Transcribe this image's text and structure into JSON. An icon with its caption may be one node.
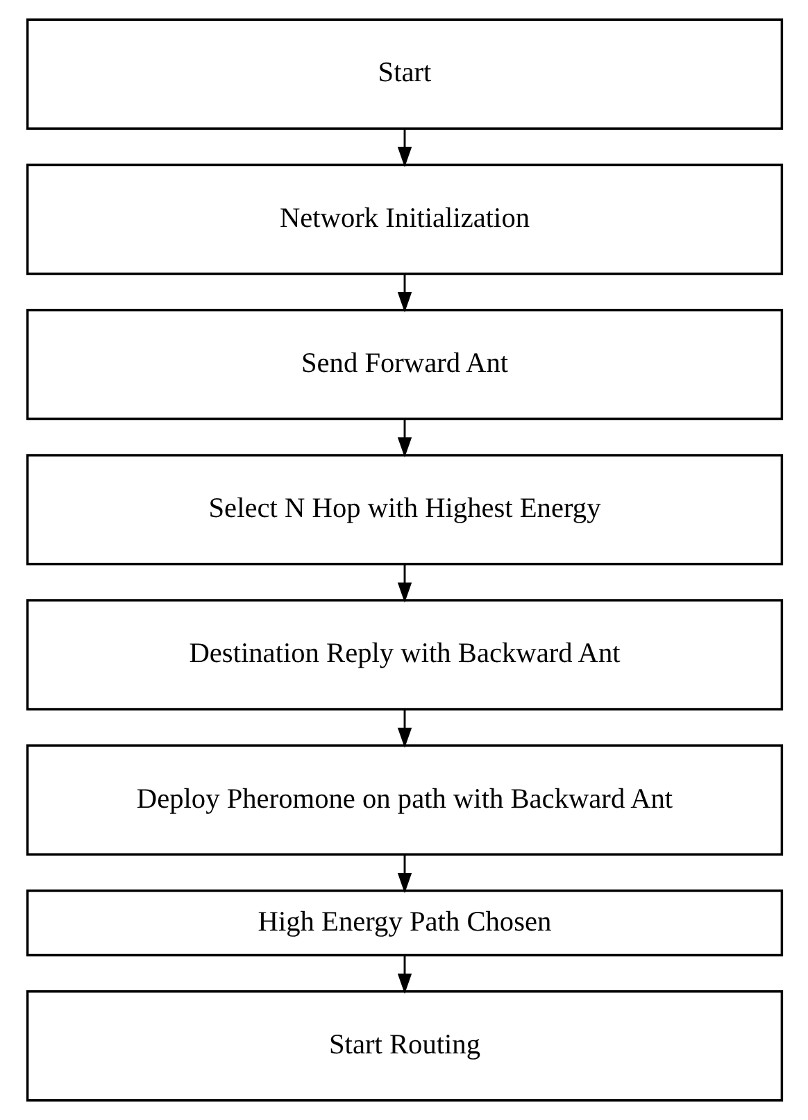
{
  "diagram": {
    "nodes": [
      {
        "text": [
          "Start"
        ]
      },
      {
        "text": [
          "Network Initialization"
        ]
      },
      {
        "text": [
          "Send Forward Ant"
        ]
      },
      {
        "text": [
          "Select N Hop with Highest Energy"
        ]
      },
      {
        "text": [
          "Destination Reply with Backward Ant"
        ]
      },
      {
        "text": [
          "Deploy Pheromone on path with Backward Ant"
        ]
      },
      {
        "text": [
          "High Energy Path Chosen"
        ]
      },
      {
        "text": [
          "Start Routing"
        ]
      }
    ],
    "edges": [
      {
        "from": 0,
        "to": 1,
        "arrow": "to"
      },
      {
        "from": 1,
        "to": 2,
        "arrow": "to"
      },
      {
        "from": 2,
        "to": 3,
        "arrow": "to"
      },
      {
        "from": 3,
        "to": 4,
        "arrow": "to"
      },
      {
        "from": 4,
        "to": 5,
        "arrow": "to"
      },
      {
        "from": 5,
        "to": 6,
        "arrow": "to"
      },
      {
        "from": 6,
        "to": 7,
        "arrow": "to"
      }
    ]
  }
}
